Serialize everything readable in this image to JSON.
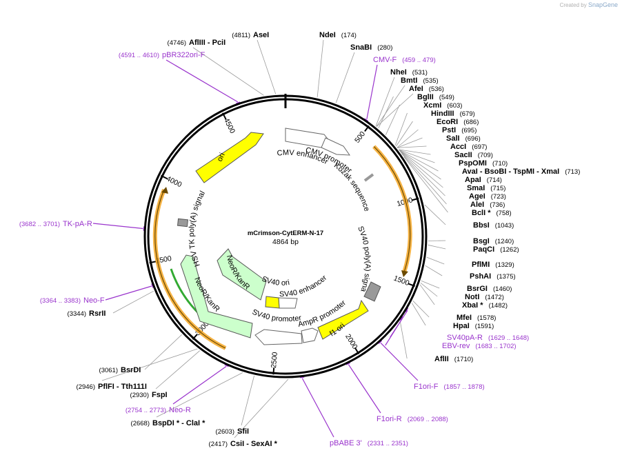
{
  "credit": {
    "prefix": "Created by",
    "brand": "SnapGene"
  },
  "plasmid": {
    "name": "mCrimson-CytERM-N-17",
    "length_label": "4864 bp",
    "total_bp": 4864
  },
  "ticks": [
    {
      "bp": 500,
      "label": "500"
    },
    {
      "bp": 1000,
      "label": "1000"
    },
    {
      "bp": 1500,
      "label": "1500"
    },
    {
      "bp": 2000,
      "label": "2000"
    },
    {
      "bp": 2500,
      "label": "2500"
    },
    {
      "bp": 3000,
      "label": "3000"
    },
    {
      "bp": 3500,
      "label": "3500"
    },
    {
      "bp": 4000,
      "label": "4000"
    },
    {
      "bp": 4500,
      "label": "4500"
    }
  ],
  "sites": [
    {
      "name": "AseI",
      "pos": "(4811)",
      "bp": 4811
    },
    {
      "name": "AflIII - PciI",
      "pos": "(4746)",
      "bp": 4746
    },
    {
      "name": "NdeI",
      "pos": "(174)",
      "bp": 174
    },
    {
      "name": "SnaBI",
      "pos": "(280)",
      "bp": 280
    },
    {
      "name": "NheI",
      "pos": "(531)",
      "bp": 531
    },
    {
      "name": "BmtI",
      "pos": "(535)",
      "bp": 535
    },
    {
      "name": "AfeI",
      "pos": "(536)",
      "bp": 536
    },
    {
      "name": "BglII",
      "pos": "(549)",
      "bp": 549
    },
    {
      "name": "XcmI",
      "pos": "(603)",
      "bp": 603
    },
    {
      "name": "HindIII",
      "pos": "(679)",
      "bp": 679
    },
    {
      "name": "EcoRI",
      "pos": "(686)",
      "bp": 686
    },
    {
      "name": "PstI",
      "pos": "(695)",
      "bp": 695
    },
    {
      "name": "SalI",
      "pos": "(696)",
      "bp": 696
    },
    {
      "name": "AccI",
      "pos": "(697)",
      "bp": 697
    },
    {
      "name": "SacII",
      "pos": "(709)",
      "bp": 709
    },
    {
      "name": "PspOMI",
      "pos": "(710)",
      "bp": 710
    },
    {
      "name": "AvaI - BsoBI - TspMI - XmaI",
      "pos": "(713)",
      "bp": 713
    },
    {
      "name": "ApaI",
      "pos": "(714)",
      "bp": 714
    },
    {
      "name": "SmaI",
      "pos": "(715)",
      "bp": 715
    },
    {
      "name": "AgeI",
      "pos": "(723)",
      "bp": 723
    },
    {
      "name": "AleI",
      "pos": "(736)",
      "bp": 736
    },
    {
      "name": "BclI *",
      "pos": "(758)",
      "bp": 758
    },
    {
      "name": "BbsI",
      "pos": "(1043)",
      "bp": 1043
    },
    {
      "name": "BsgI",
      "pos": "(1240)",
      "bp": 1240
    },
    {
      "name": "PaqCI",
      "pos": "(1262)",
      "bp": 1262
    },
    {
      "name": "PflMI",
      "pos": "(1329)",
      "bp": 1329
    },
    {
      "name": "PshAI",
      "pos": "(1375)",
      "bp": 1375
    },
    {
      "name": "BsrGI",
      "pos": "(1460)",
      "bp": 1460
    },
    {
      "name": "NotI",
      "pos": "(1472)",
      "bp": 1472
    },
    {
      "name": "XbaI *",
      "pos": "(1482)",
      "bp": 1482
    },
    {
      "name": "MfeI",
      "pos": "(1578)",
      "bp": 1578
    },
    {
      "name": "HpaI",
      "pos": "(1591)",
      "bp": 1591
    },
    {
      "name": "AflII",
      "pos": "(1710)",
      "bp": 1710
    },
    {
      "name": "SfiI",
      "pos": "(2603)",
      "bp": 2603
    },
    {
      "name": "CsiI - SexAI *",
      "pos": "(2417)",
      "bp": 2417
    },
    {
      "name": "BspDI * - ClaI *",
      "pos": "(2668)",
      "bp": 2668
    },
    {
      "name": "FspI",
      "pos": "(2930)",
      "bp": 2930
    },
    {
      "name": "PflFI - Tth111I",
      "pos": "(2946)",
      "bp": 2946
    },
    {
      "name": "BsrDI",
      "pos": "(3061)",
      "bp": 3061
    },
    {
      "name": "RsrII",
      "pos": "(3344)",
      "bp": 3344
    }
  ],
  "primers": [
    {
      "name": "pBR322ori-F",
      "pos": "(4591 .. 4610)",
      "bp": 4600
    },
    {
      "name": "CMV-F",
      "pos": "(459 .. 479)",
      "bp": 469
    },
    {
      "name": "SV40pA-R",
      "pos": "(1629 .. 1648)",
      "bp": 1638
    },
    {
      "name": "EBV-rev",
      "pos": "(1683 .. 1702)",
      "bp": 1692
    },
    {
      "name": "F1ori-F",
      "pos": "(1857 .. 1878)",
      "bp": 1867
    },
    {
      "name": "F1ori-R",
      "pos": "(2069 .. 2088)",
      "bp": 2078
    },
    {
      "name": "pBABE 3'",
      "pos": "(2331 .. 2351)",
      "bp": 2341
    },
    {
      "name": "Neo-R",
      "pos": "(2754 .. 2773)",
      "bp": 2763
    },
    {
      "name": "Neo-F",
      "pos": "(3364 .. 3383)",
      "bp": 3373
    },
    {
      "name": "TK-pA-R",
      "pos": "(3682 .. 3701)",
      "bp": 3691
    }
  ],
  "features": [
    {
      "name": "CMV enhancer",
      "color": "#ffffff"
    },
    {
      "name": "CMV promoter",
      "color": "#ffffff"
    },
    {
      "name": "Kozak sequence",
      "color": "#999999"
    },
    {
      "name": "SV40 poly(A) signal",
      "color": "#999999"
    },
    {
      "name": "f1 ori",
      "color": "#ffff00"
    },
    {
      "name": "AmpR promoter",
      "color": "#ffffff"
    },
    {
      "name": "SV40 promoter",
      "color": "#ffffff"
    },
    {
      "name": "SV40 enhancer",
      "color": "#ffffff"
    },
    {
      "name": "SV40 ori",
      "color": "#ffff00"
    },
    {
      "name": "NeoR/KanR",
      "color": "#ccffcc"
    },
    {
      "name": "HSV TK poly(A) signal",
      "color": "#999999"
    },
    {
      "name": "ori",
      "color": "#ffff00"
    }
  ],
  "colors": {
    "primer": "#9933cc",
    "orf": "#f5a623",
    "neo_orf": "#33aa33",
    "backbone": "#000000"
  }
}
